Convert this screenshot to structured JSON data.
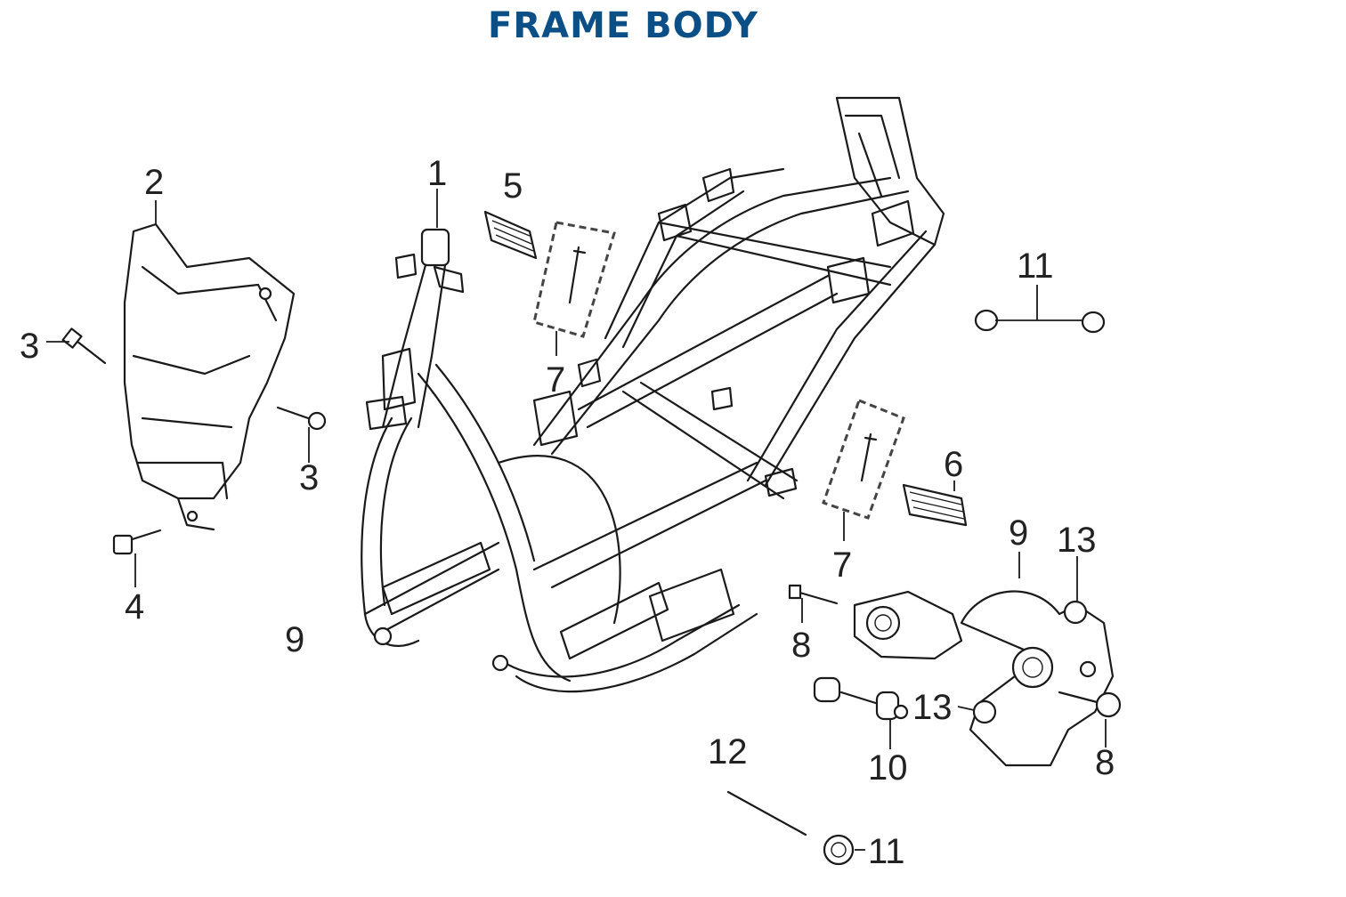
{
  "title": "FRAME BODY",
  "colors": {
    "title": "#0b4f86",
    "line": "#1a1a1a"
  },
  "callouts": [
    {
      "id": "c1",
      "label": "1"
    },
    {
      "id": "c2",
      "label": "2"
    },
    {
      "id": "c3a",
      "label": "3"
    },
    {
      "id": "c3b",
      "label": "3"
    },
    {
      "id": "c4",
      "label": "4"
    },
    {
      "id": "c5",
      "label": "5"
    },
    {
      "id": "c6",
      "label": "6"
    },
    {
      "id": "c7a",
      "label": "7"
    },
    {
      "id": "c7b",
      "label": "7"
    },
    {
      "id": "c8a",
      "label": "8"
    },
    {
      "id": "c8b",
      "label": "8"
    },
    {
      "id": "c9a",
      "label": "9"
    },
    {
      "id": "c9b",
      "label": "9"
    },
    {
      "id": "c10",
      "label": "10"
    },
    {
      "id": "c11a",
      "label": "11"
    },
    {
      "id": "c11b",
      "label": "11"
    },
    {
      "id": "c12",
      "label": "12"
    },
    {
      "id": "c13a",
      "label": "13"
    },
    {
      "id": "c13b",
      "label": "13"
    }
  ]
}
